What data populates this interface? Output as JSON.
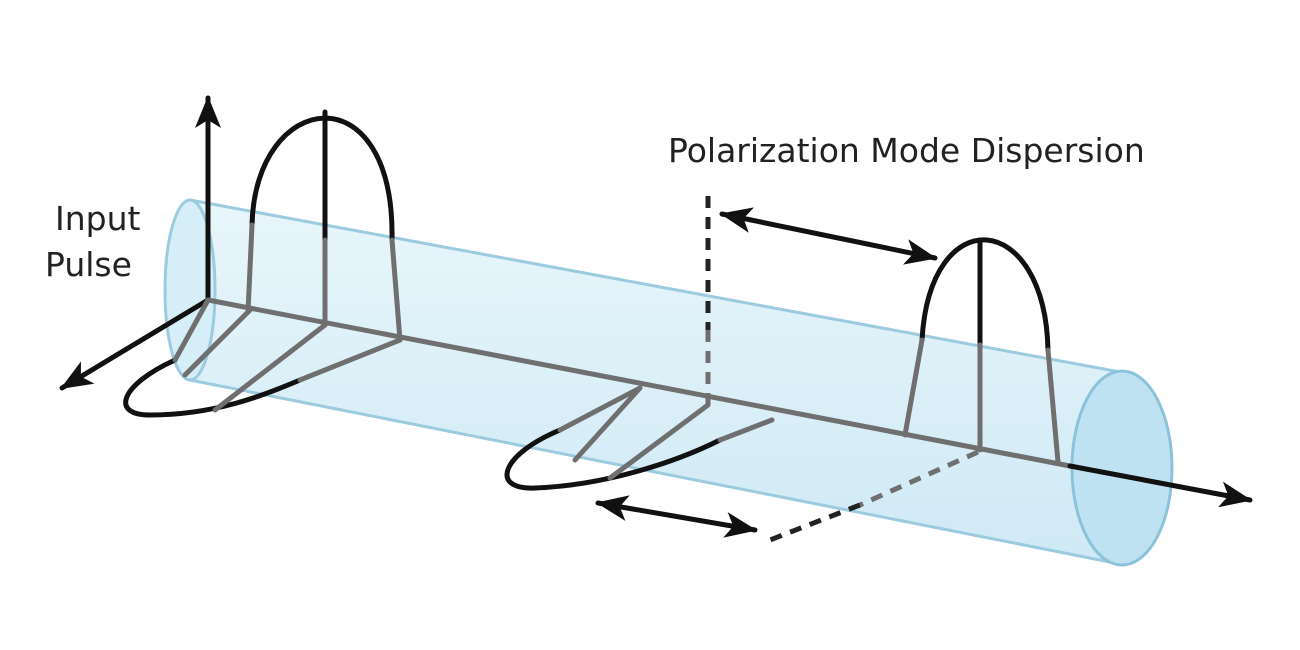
{
  "labels": {
    "input_line1": "Input",
    "input_line2": "Pulse",
    "pmd": "Polarization Mode Dispersion"
  },
  "colors": {
    "fiber_fill": "#dcf0f8",
    "fiber_edge": "#9ccbe0",
    "line": "#111111"
  }
}
